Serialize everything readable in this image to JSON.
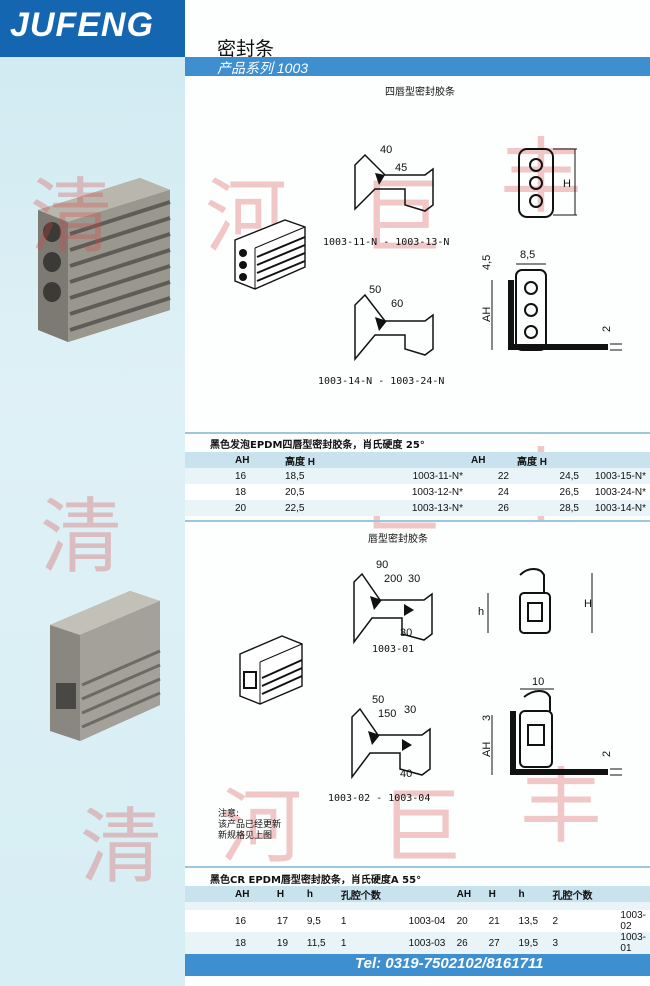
{
  "brand": "JUFENG",
  "header": {
    "title": "密封条",
    "subtitle": "产品系列 1003"
  },
  "section1": {
    "title": "四唇型密封胶条",
    "labels": {
      "a": "1003-11-N  -  1003-13-N",
      "b": "1003-14-N  -  1003-24-N"
    },
    "angles": {
      "a1": "40",
      "a2": "45",
      "b1": "50",
      "b2": "60"
    },
    "dims": {
      "h": "H",
      "top": "8,5",
      "side": "4,5",
      "ah": "AH",
      "base": "2"
    }
  },
  "table1": {
    "heading": "黑色发泡EPDM四唇型密封胶条，肖氏硬度 25°",
    "headers": [
      "AH",
      "高度 H",
      "",
      "AH",
      "高度 H",
      ""
    ],
    "rows": [
      [
        "16",
        "18,5",
        "1003-11-N*",
        "22",
        "24,5",
        "1003-15-N*"
      ],
      [
        "18",
        "20,5",
        "1003-12-N*",
        "24",
        "26,5",
        "1003-24-N*"
      ],
      [
        "20",
        "22,5",
        "1003-13-N*",
        "26",
        "28,5",
        "1003-14-N*"
      ]
    ]
  },
  "section2": {
    "title": "唇型密封胶条",
    "labels": {
      "a": "1003-01",
      "b": "1003-02  -  1003-04"
    },
    "angles": {
      "a1": "90",
      "a2": "200",
      "a3": "30",
      "a4": "30",
      "b1": "50",
      "b2": "150",
      "b3": "30",
      "b4": "40"
    },
    "dims": {
      "h": "h",
      "H": "H",
      "top": "10",
      "side": "3",
      "ah": "AH",
      "base": "2"
    }
  },
  "note": {
    "line1": "注意:",
    "line2": "该产品已经更新",
    "line3": "新规格见上图"
  },
  "table2": {
    "heading": "黑色CR EPDM唇型密封胶条，肖氏硬度A 55°",
    "headers": [
      "AH",
      "H",
      "h",
      "孔腔个数",
      "",
      "AH",
      "H",
      "h",
      "孔腔个数",
      ""
    ],
    "rows": [
      [
        "16",
        "17",
        "9,5",
        "1",
        "1003-04",
        "20",
        "21",
        "13,5",
        "2",
        "1003-02"
      ],
      [
        "18",
        "19",
        "11,5",
        "1",
        "1003-03",
        "26",
        "27",
        "19,5",
        "3",
        "1003-01"
      ]
    ]
  },
  "footer": {
    "tel": "Tel:  0319-7502102/8161711"
  },
  "watermark": [
    "清",
    "河",
    "巨",
    "丰"
  ]
}
